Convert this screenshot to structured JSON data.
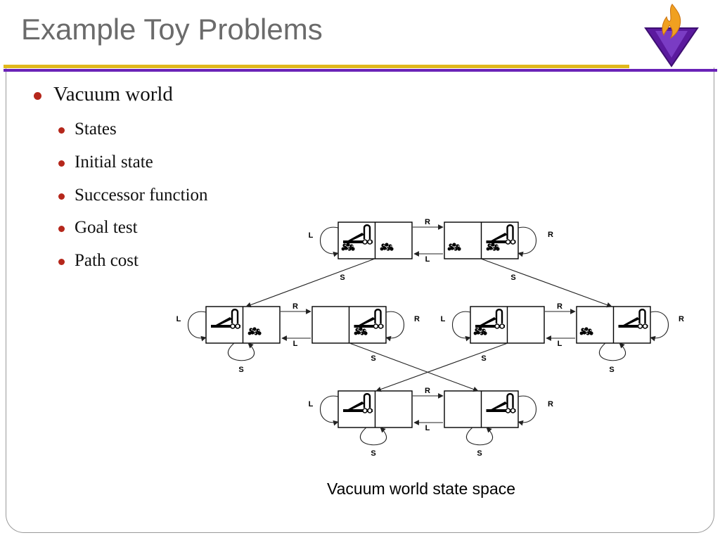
{
  "slide": {
    "title": "Example Toy Problems",
    "caption": "Vacuum world state space"
  },
  "bullets": {
    "main": "Vacuum world",
    "sub": [
      "States",
      "Initial state",
      "Successor function",
      "Goal test",
      "Path cost"
    ]
  },
  "diagram": {
    "labels": {
      "left": "L",
      "right": "R",
      "suck": "S"
    }
  },
  "colors": {
    "title": "#6b6b6b",
    "gold_rule": "#e0b81c",
    "purple_rule": "#6a22b7",
    "bullet": "#b5271b",
    "logo_purple": "#5b1a9e",
    "logo_flame": "#f0a020"
  }
}
